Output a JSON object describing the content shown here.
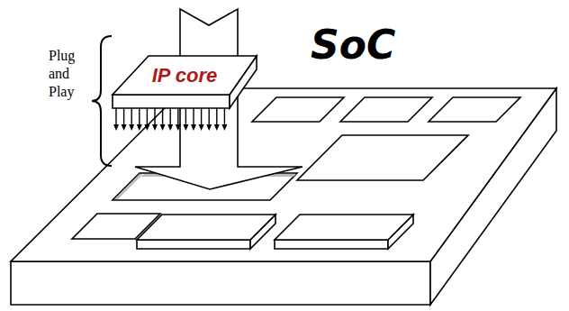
{
  "diagram": {
    "nodes": [
      {
        "text": [
          "IP core"
        ]
      }
    ],
    "labels": [
      "SoC",
      "Plug and Play"
    ]
  }
}
